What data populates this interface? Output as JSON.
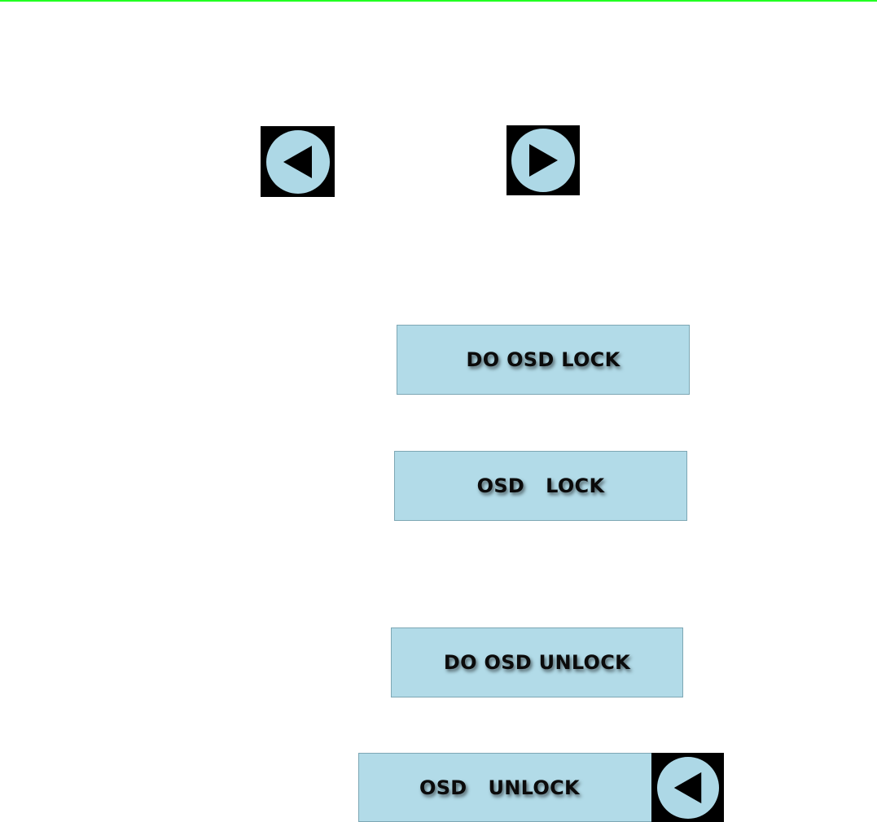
{
  "colors": {
    "top_line": "#22ff22",
    "button_fill": "#b2dbe8",
    "icon_circle": "#add8e6",
    "icon_background": "#000000"
  },
  "nav": {
    "top_left_icon": "left-arrow-icon",
    "top_right_icon": "right-arrow-icon",
    "bottom_icon": "left-arrow-icon"
  },
  "buttons": {
    "do_osd_lock": "DO OSD LOCK",
    "osd_lock": "OSD   LOCK",
    "do_osd_unlock": "DO OSD UNLOCK",
    "osd_unlock": "OSD   UNLOCK"
  }
}
